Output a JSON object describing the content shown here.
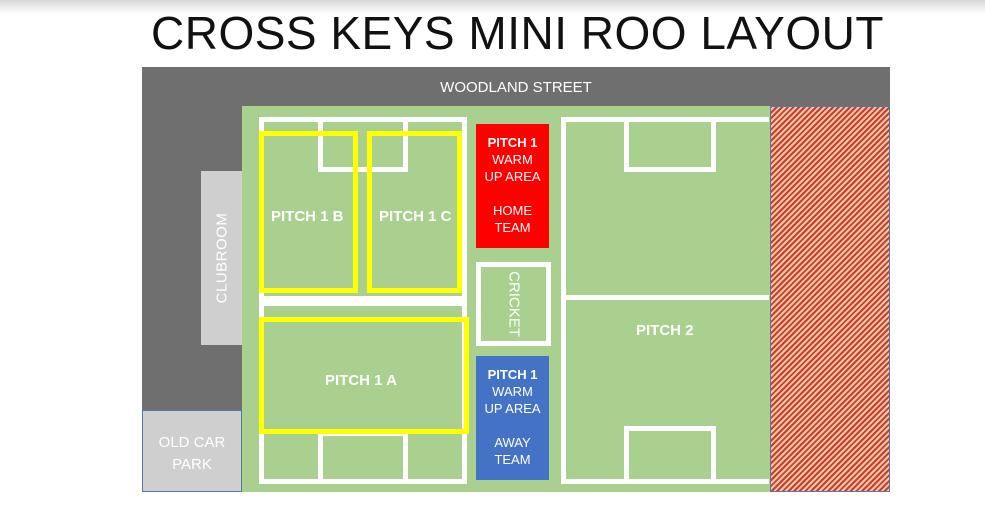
{
  "title": "CROSS KEYS MINI ROO LAYOUT",
  "street": "WOODLAND STREET",
  "clubroom": "CLUBROOM",
  "car_park": [
    "OLD CAR",
    "PARK"
  ],
  "pitches": {
    "pitch_1a": "PITCH 1 A",
    "pitch_1b": "PITCH 1 B",
    "pitch_1c": "PITCH 1 C",
    "pitch_2": "PITCH 2",
    "cricket": "CRICKET"
  },
  "warm_up_home": {
    "heading": "PITCH 1",
    "line1": "WARM",
    "line2": "UP AREA",
    "team1": "HOME",
    "team2": "TEAM"
  },
  "warm_up_away": {
    "heading": "PITCH 1",
    "line1": "WARM",
    "line2": "UP AREA",
    "team1": "AWAY",
    "team2": "TEAM"
  },
  "colors": {
    "grass": "#a9d08e",
    "road": "#6f6f6f",
    "building": "#cfcfcf",
    "home_area": "#ff0000",
    "away_area": "#4472c4",
    "pitch_1_outline": "#ffff00",
    "line_markings": "#ffffff",
    "hatched_area": "#c8402c"
  }
}
